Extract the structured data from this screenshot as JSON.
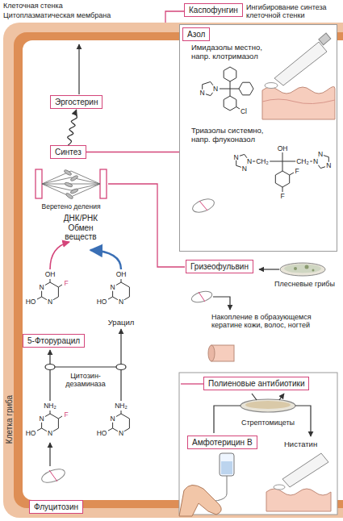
{
  "diagram": {
    "nodes": [
      {
        "text": [
          "Клетка гриба"
        ]
      },
      {
        "text": [
          "Каспофунгин"
        ]
      },
      {
        "text": [
          "Имидазолы местно, напр. клотримазол",
          "Триазолы системно, напр. флуконазол"
        ],
        "in": 0
      },
      {
        "text": [
          "Азол"
        ],
        "in": 2
      },
      {
        "text": [
          "Эргостерин"
        ],
        "in": 0
      },
      {
        "text": [
          "Синтез"
        ],
        "in": 0
      },
      {
        "text": [
          "Гризеофульвин"
        ],
        "in": 0
      },
      {
        "text": [
          "5-Фторурацил"
        ],
        "in": 0
      },
      {
        "text": [
          "Полиеновые антибиотики"
        ],
        "in": 0
      },
      {
        "text": [
          "Амфотерицин B"
        ],
        "in": 0
      },
      {
        "text": [
          "Флуцитозин"
        ]
      }
    ],
    "edges": [
      {
        "from": 5,
        "to": 4,
        "arrow": "to"
      },
      {
        "from": 2,
        "to": 5,
        "arrow": "none"
      }
    ],
    "labels": [
      "Клеточная стенка",
      "Цитоплазматическая мембрана",
      "Ингибирование синтеза клеточной стенки",
      "Веретено деления",
      "ДНК/РНК Обмен веществ",
      "Плесневые грибы",
      "Накопление в образующемся кератине кожи, волос, ногтей",
      "Урацил",
      "Цитозин-дезаминаза",
      "Стрептомицеты",
      "Нистатин",
      "N",
      "N",
      "Cl",
      "N",
      "N",
      "N",
      "CH₂",
      "OH",
      "CH₂",
      "N",
      "N",
      "N",
      "F",
      "F",
      "OH",
      "F",
      "N",
      "N",
      "HO",
      "OH",
      "N",
      "N",
      "HO",
      "NH₂",
      "F",
      "N",
      "N",
      "HO",
      "NH₂",
      "N",
      "N",
      "HO"
    ]
  }
}
